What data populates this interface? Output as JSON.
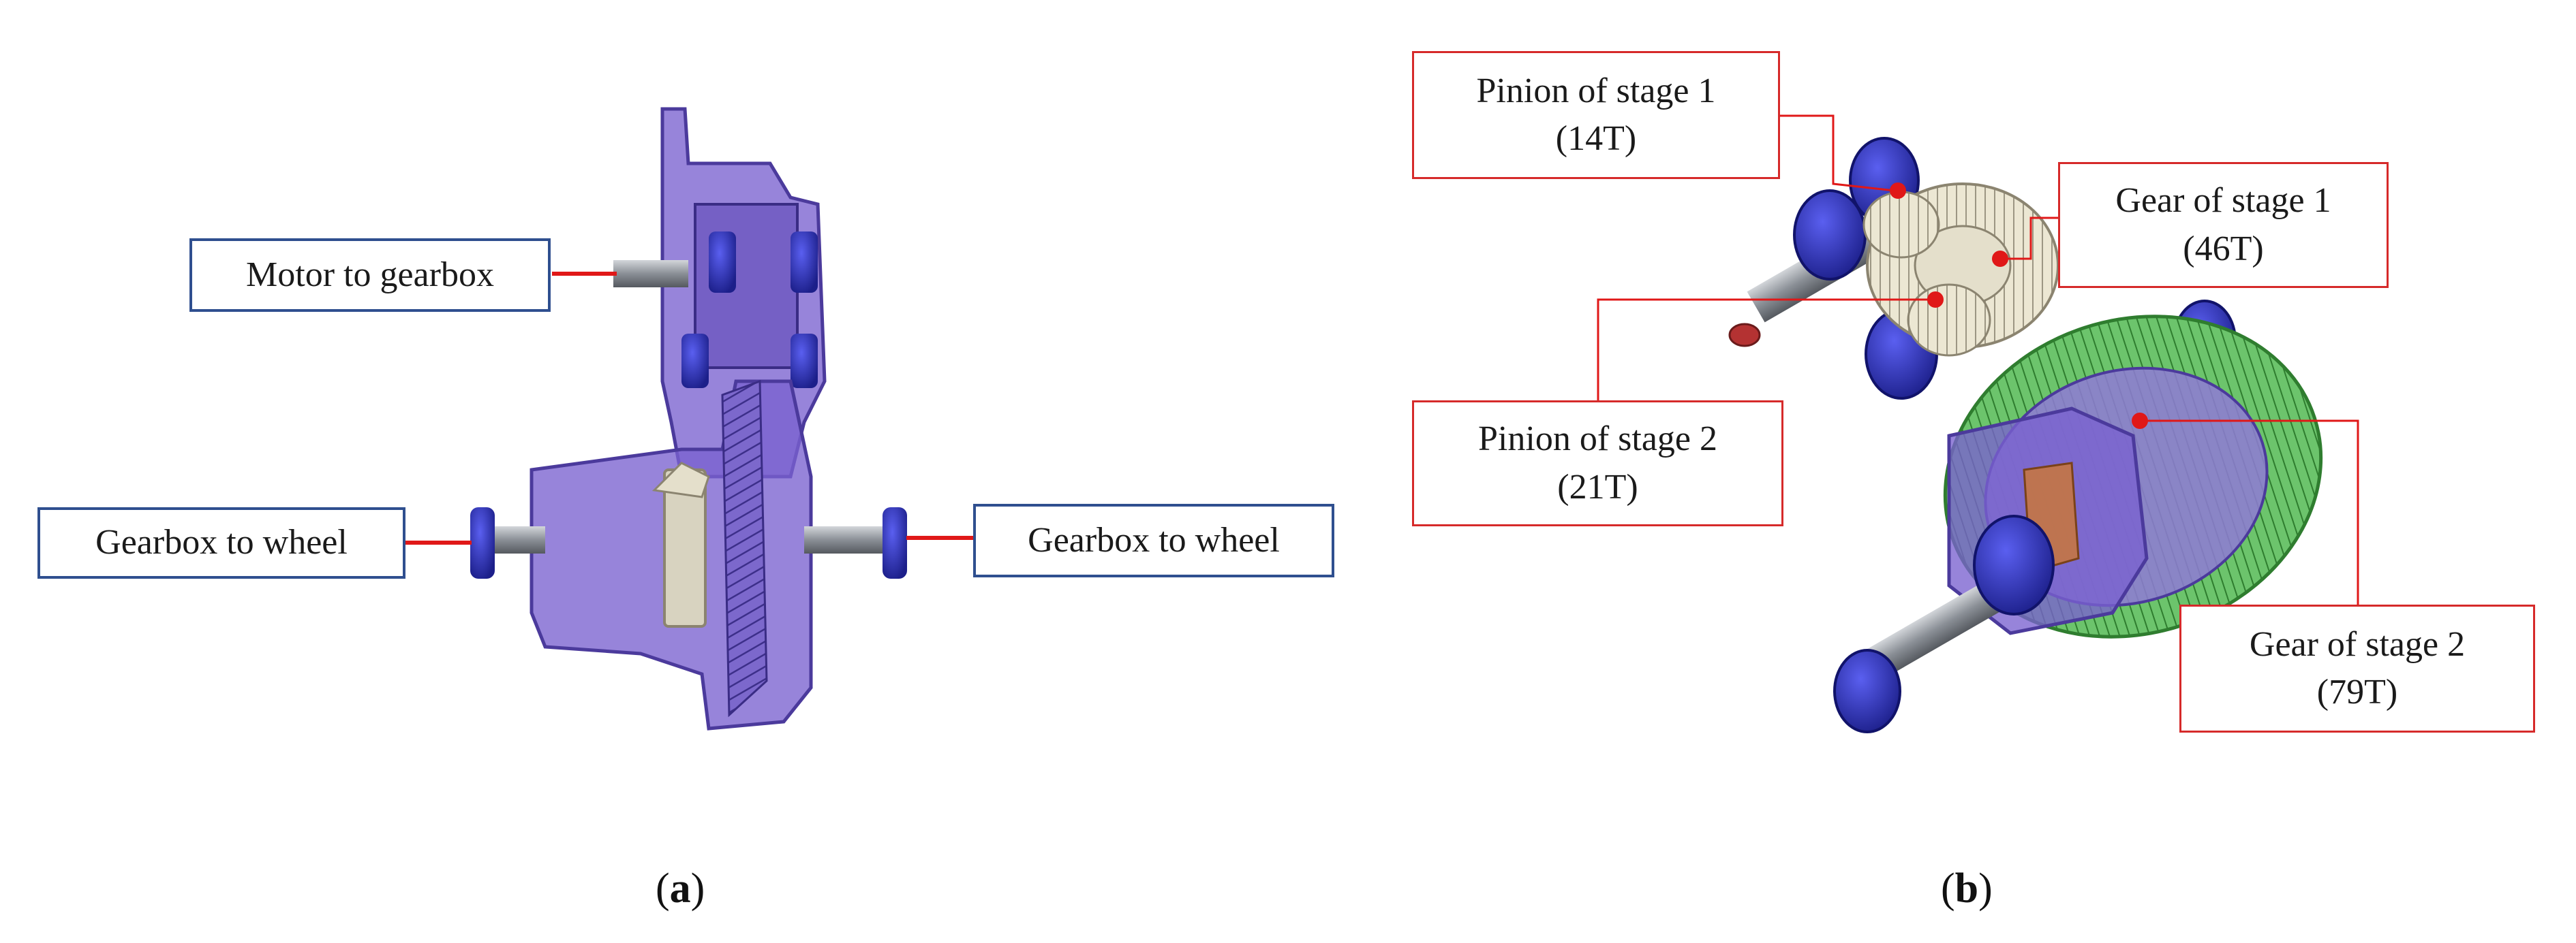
{
  "panel_a": {
    "labels": {
      "motor": "Motor to gearbox",
      "wheel_left": "Gearbox to wheel",
      "wheel_right": "Gearbox to wheel"
    },
    "caption": {
      "open": "(",
      "letter": "a",
      "close": ")"
    }
  },
  "panel_b": {
    "labels": {
      "pinion1_name": "Pinion of stage 1",
      "pinion1_teeth": "(14T)",
      "gear1_name": "Gear of stage 1",
      "gear1_teeth": "(46T)",
      "pinion2_name": "Pinion of stage 2",
      "pinion2_teeth": "(21T)",
      "gear2_name": "Gear of stage 2",
      "gear2_teeth": "(79T)"
    },
    "caption": {
      "open": "(",
      "letter": "b",
      "close": ")"
    }
  },
  "colors": {
    "housing": "#6f55c8",
    "bearing": "#2b2fb8",
    "shaft": "#8a8f96",
    "gear_green": "#5bbd5b",
    "gear_ivory": "#e9e4cf",
    "leader_red": "#e01818",
    "box_blue": "#2f4f8f"
  }
}
